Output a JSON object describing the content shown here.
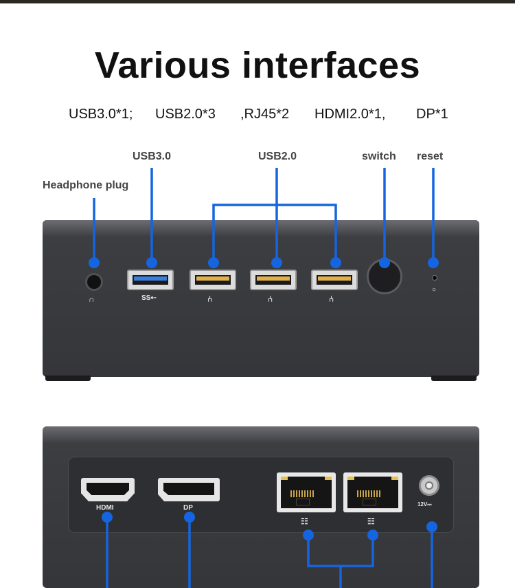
{
  "title": "Various interfaces",
  "subtitle": {
    "usb3": "USB3.0*1;",
    "usb2": "USB2.0*3",
    "rj45": ",RJ45*2",
    "hdmi": "HDMI2.0*1,",
    "dp": "DP*1"
  },
  "callouts": {
    "usb3": "USB3.0",
    "usb2": "USB2.0",
    "switch": "switch",
    "reset": "reset",
    "headphone": "Headphone plug"
  },
  "port_labels": {
    "usb3_logo": "SS⇠",
    "hdmi": "HDMI",
    "dp": "DP",
    "power": "12V⎓"
  },
  "colors": {
    "accent_blue": "#1565e0",
    "device_body": "#353639"
  },
  "icons": [
    "headphone-icon",
    "usb-icon",
    "ethernet-icon",
    "power-icon"
  ]
}
